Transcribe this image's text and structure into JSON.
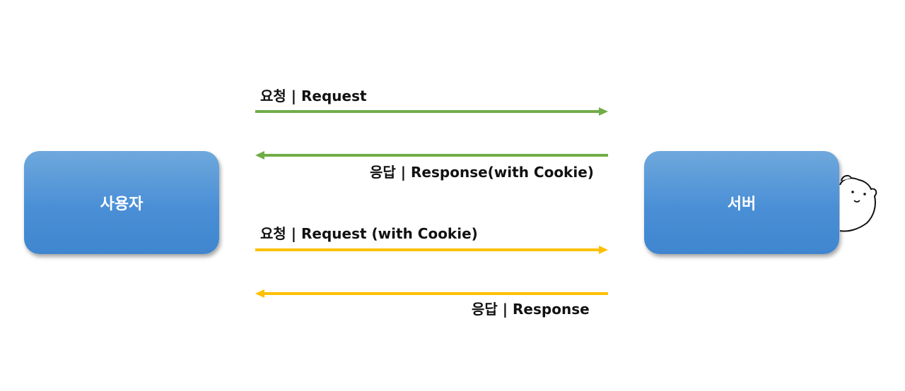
{
  "nodes": {
    "user": "사용자",
    "server": "서버"
  },
  "messages": [
    {
      "label": "요청 | Request",
      "direction": "to-server",
      "color": "#70ad47"
    },
    {
      "label": "응답 | Response(with Cookie)",
      "direction": "to-user",
      "color": "#70ad47"
    },
    {
      "label": "요청 | Request (with Cookie)",
      "direction": "to-server",
      "color": "#ffc000"
    },
    {
      "label": "응답 | Response",
      "direction": "to-user",
      "color": "#ffc000"
    }
  ],
  "decoration": {
    "mascot_icon": "bear-icon"
  }
}
